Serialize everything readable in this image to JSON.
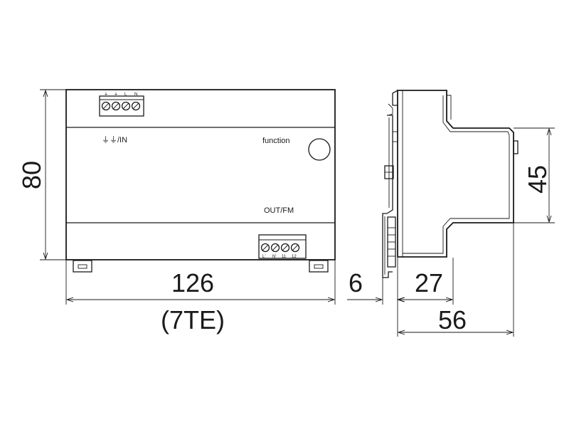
{
  "front_view": {
    "terminal_top_labels": [
      "⏚",
      "⏚",
      "L",
      "N"
    ],
    "input_label": "⏚⏚/IN",
    "function_label": "function",
    "output_label": "OUT/FM",
    "terminal_bottom_labels": [
      "L'",
      "N'",
      "11",
      "12"
    ]
  },
  "dimensions": {
    "height": "80",
    "width": "126",
    "width_units": "(7TE)",
    "rail_depth": "6",
    "front_depth": "27",
    "total_depth": "56",
    "rail_height": "45"
  }
}
